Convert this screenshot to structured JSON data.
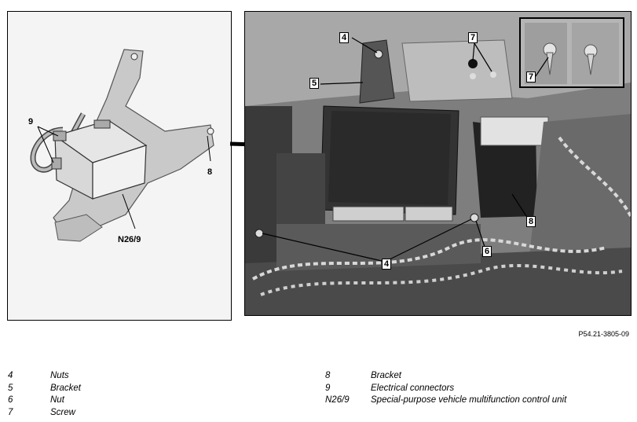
{
  "figure": {
    "code": "P54.21-3805-09",
    "left_callouts": [
      "9",
      "8",
      "N26/9"
    ],
    "right_callouts": [
      "4",
      "7",
      "5",
      "8",
      "6",
      "4"
    ],
    "inset_callout": "7"
  },
  "legend": [
    {
      "num": "4",
      "text": "Nuts"
    },
    {
      "num": "5",
      "text": "Bracket"
    },
    {
      "num": "6",
      "text": "Nut"
    },
    {
      "num": "7",
      "text": "Screw"
    },
    {
      "num": "8",
      "text": "Bracket"
    },
    {
      "num": "9",
      "text": "Electrical connectors"
    },
    {
      "num": "N26/9",
      "text": "Special-purpose vehicle multifunction control unit"
    }
  ]
}
